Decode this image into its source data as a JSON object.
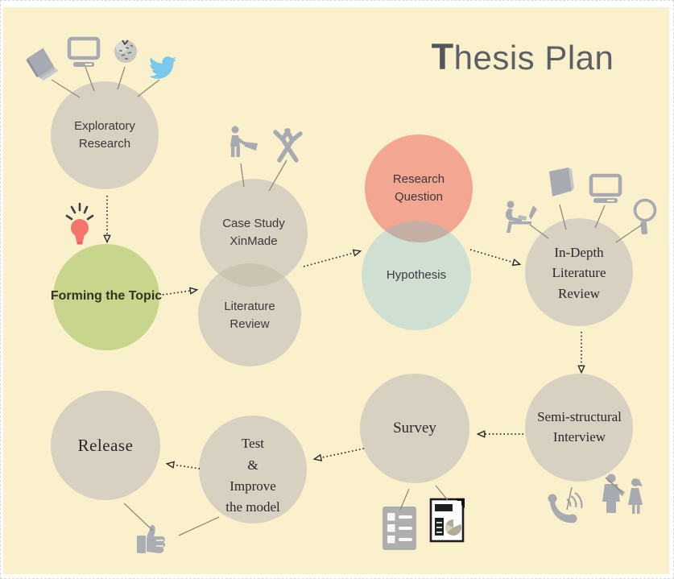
{
  "title": {
    "first_letter": "T",
    "rest": "hesis Plan"
  },
  "colors": {
    "background": "#fbf0cc",
    "node_tan": "#d8d1c2",
    "node_green": "#c7d68c",
    "node_salmon": "#f3a692",
    "node_teal": "#cfe0d3",
    "venn_overlap_salmon_teal": "#c5aea3",
    "venn_overlap_tan": "#cbc4b2",
    "icon_gray": "#a7aab0",
    "twitter_blue": "#7ac9ec",
    "lightbulb_red": "#f4756c",
    "arrow_dark": "#2b2b2b",
    "title_gray": "#5b5f66"
  },
  "nodes": {
    "exploratory": {
      "lines": [
        "Exploratory",
        "Research"
      ]
    },
    "forming": {
      "lines": [
        "Forming the Topic"
      ]
    },
    "case_study": {
      "lines": [
        "Case Study",
        "XinMade"
      ]
    },
    "literature_review": {
      "lines": [
        "Literature",
        "Review"
      ]
    },
    "research_question": {
      "lines": [
        "Research",
        "Question"
      ]
    },
    "hypothesis": {
      "lines": [
        "Hypothesis"
      ]
    },
    "in_depth": {
      "lines": [
        "In-Depth",
        "Literature",
        "Review"
      ]
    },
    "semi_structural": {
      "lines": [
        "Semi-structural",
        "Interview"
      ]
    },
    "survey": {
      "lines": [
        "Survey"
      ]
    },
    "test_improve": {
      "lines": [
        "Test",
        "&",
        "Improve",
        "the model"
      ]
    },
    "release": {
      "lines": [
        "Release"
      ]
    }
  },
  "icons": {
    "exploratory": [
      "book",
      "computer",
      "wikipedia-globe",
      "twitter-bird"
    ],
    "forming": [
      "lightbulb"
    ],
    "case_study": [
      "digging-person",
      "tools"
    ],
    "in_depth": [
      "reading-person",
      "book",
      "computer",
      "magnifier"
    ],
    "semi_structural": [
      "telephone",
      "talking-people"
    ],
    "survey": [
      "checklist",
      "report-document"
    ],
    "release_test": [
      "thumbs-up"
    ]
  },
  "edges": [
    {
      "from": "exploratory",
      "to": "forming"
    },
    {
      "from": "forming",
      "to": "literature_review"
    },
    {
      "from": "case_study",
      "to": "research_question_hypothesis"
    },
    {
      "from": "research_question_hypothesis",
      "to": "in_depth"
    },
    {
      "from": "in_depth",
      "to": "semi_structural"
    },
    {
      "from": "semi_structural",
      "to": "survey"
    },
    {
      "from": "survey",
      "to": "test_improve"
    },
    {
      "from": "test_improve",
      "to": "release"
    }
  ]
}
